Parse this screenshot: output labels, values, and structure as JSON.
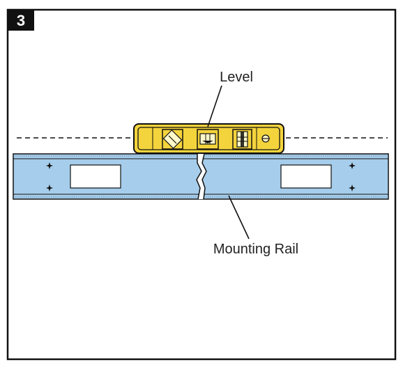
{
  "step": {
    "number": "3"
  },
  "callouts": {
    "level": "Level",
    "rail": "Mounting Rail"
  },
  "colors": {
    "rail_fill": "#a6cdeb",
    "level_fill": "#f4d43c",
    "outline": "#111111",
    "badge": "#111111",
    "background": "#ffffff"
  },
  "icons": [
    "step-number-badge",
    "level-tool",
    "bubble-vial-45",
    "bubble-vial-horizontal",
    "bubble-vial-vertical",
    "mounting-hole-plus",
    "break-line"
  ]
}
